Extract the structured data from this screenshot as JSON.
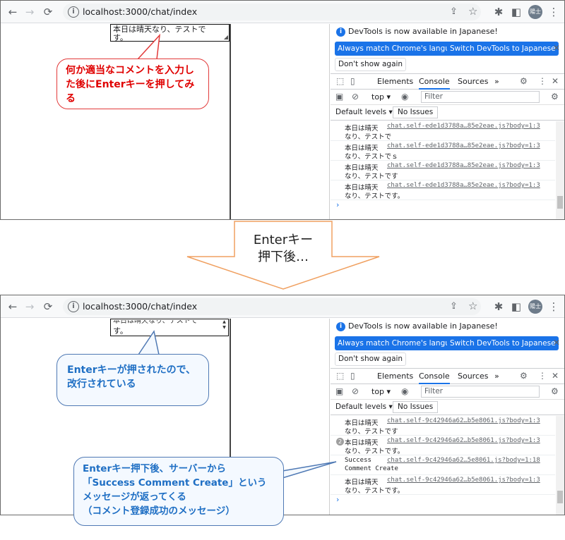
{
  "browser": {
    "url": "localhost:3000/chat/index",
    "avatar_text": "陽士",
    "nav": {
      "back": "←",
      "forward": "→",
      "reload": "⟳"
    }
  },
  "devtools": {
    "notice": "DevTools is now available in Japanese!",
    "btn_match": "Always match Chrome's language",
    "btn_switch": "Switch DevTools to Japanese",
    "btn_dont_show": "Don't show again",
    "tabs": [
      "Elements",
      "Console",
      "Sources"
    ],
    "more_tabs": "»",
    "context": "top",
    "filter_placeholder": "Filter",
    "levels": "Default levels",
    "issues": "No Issues"
  },
  "shot1": {
    "textarea_line1": "本日は晴天なり、テストで",
    "textarea_line2": "す。",
    "callout": "何か適当なコメントを入力した後にEnterキーを押してみる",
    "logs": [
      {
        "line1": "本日は晴天",
        "line2": "なり、テストで",
        "src": "chat.self-ede1d3788a…85e2eae.js?body=1:3"
      },
      {
        "line1": "本日は晴天",
        "line2": "なり、テストでｓ",
        "src": "chat.self-ede1d3788a…85e2eae.js?body=1:3"
      },
      {
        "line1": "本日は晴天",
        "line2": "なり、テストです",
        "src": "chat.self-ede1d3788a…85e2eae.js?body=1:3"
      },
      {
        "line1": "本日は晴天",
        "line2": "なり、テストです。",
        "src": "chat.self-ede1d3788a…85e2eae.js?body=1:3"
      }
    ]
  },
  "arrow": {
    "line1": "Enterキー",
    "line2": "押下後…"
  },
  "shot2": {
    "textarea_line1": "す。",
    "callout": "Enterキーが押されたので、改行されている",
    "callout2_lines": [
      "Enterキー押下後、サーバーから",
      "「Success Comment Create」という",
      "メッセージが返ってくる",
      "（コメント登録成功のメッセージ）"
    ],
    "logs": [
      {
        "badge": "",
        "line1": "本日は晴天",
        "line2": "なり、テストです",
        "src": "chat.self-9c42946a62…b5e8061.js?body=1:3"
      },
      {
        "badge": "2",
        "line1": "本日は晴天",
        "line2": "なり、テストです。",
        "src": "chat.self-9c42946a62…b5e8061.js?body=1:3"
      },
      {
        "badge": "",
        "line1": "Success",
        "line2": "Comment Create",
        "src": "chat.self-9c42946a62…5e8061.js?body=1:18"
      },
      {
        "badge": "",
        "line1": "本日は晴天",
        "line2": "なり、テストです。",
        "src": "chat.self-9c42946a62…b5e8061.js?body=1:3"
      }
    ]
  },
  "colors": {
    "accent": "#1a73e8",
    "callout_red": "#e00000",
    "callout_blue": "#1f6fc4",
    "arrow_border": "#f0a060"
  }
}
